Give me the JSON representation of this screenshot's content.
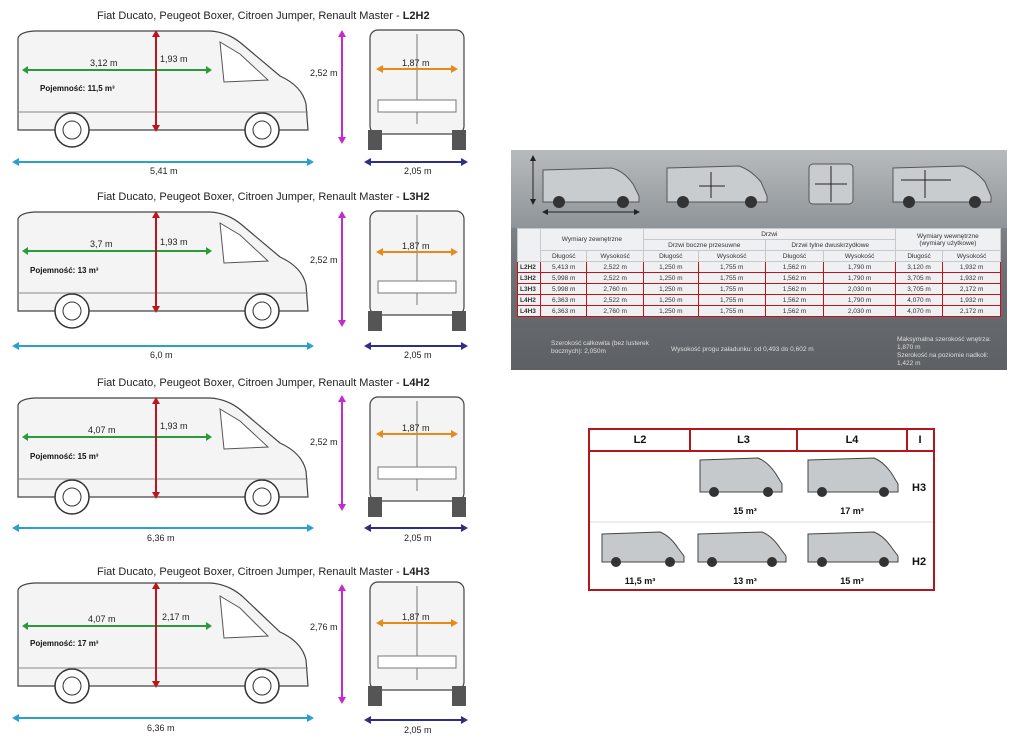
{
  "panels": [
    {
      "title_prefix": "Fiat Ducato, Peugeot Boxer, Citroen Jumper, Renault Master - ",
      "title_code": "L2H2",
      "cargo_length": "3,12 m",
      "cargo_height": "1,93 m",
      "volume": "Pojemność: 11,5 m³",
      "total_height": "2,52 m",
      "cargo_width": "1,87 m",
      "total_length": "5,41 m",
      "total_width": "2,05 m"
    },
    {
      "title_prefix": "Fiat Ducato, Peugeot Boxer, Citroen Jumper, Renault Master - ",
      "title_code": "L3H2",
      "cargo_length": "3,7 m",
      "cargo_height": "1,93 m",
      "volume": "Pojemność: 13 m³",
      "total_height": "2,52 m",
      "cargo_width": "1,87 m",
      "total_length": "6,0 m",
      "total_width": "2,05 m"
    },
    {
      "title_prefix": "Fiat Ducato, Peugeot Boxer, Citroen Jumper, Renault Master - ",
      "title_code": "L4H2",
      "cargo_length": "4,07 m",
      "cargo_height": "1,93 m",
      "volume": "Pojemność: 15 m³",
      "total_height": "2,52 m",
      "cargo_width": "1,87 m",
      "total_length": "6,36 m",
      "total_width": "2,05 m"
    },
    {
      "title_prefix": "Fiat Ducato, Peugeot Boxer, Citroen Jumper, Renault Master - ",
      "title_code": "L4H3",
      "cargo_length": "4,07 m",
      "cargo_height": "2,17 m",
      "volume": "Pojemność: 17 m³",
      "total_height": "2,76 m",
      "cargo_width": "1,87 m",
      "total_length": "6,36 m",
      "total_width": "2,05 m"
    }
  ],
  "spec_table": {
    "group_external": "Wymiary zewnętrzne",
    "group_doors": "Drzwi",
    "group_internal": "Wymiary wewnętrzne",
    "group_internal_sub": "(wymiary użytkowe)",
    "sub_side": "Drzwi boczne przesuwne",
    "sub_rear": "Drzwi tylne dwuskrzydłowe",
    "col_length": "Długość",
    "col_height": "Wysokość",
    "rows": [
      {
        "name": "L2H2",
        "ext_l": "5,413 m",
        "ext_h": "2,522 m",
        "side_l": "1,250 m",
        "side_h": "1,755 m",
        "rear_l": "1,562 m",
        "rear_h": "1,790 m",
        "int_l": "3,120 m",
        "int_h": "1,932 m"
      },
      {
        "name": "L3H2",
        "ext_l": "5,998 m",
        "ext_h": "2,522 m",
        "side_l": "1,250 m",
        "side_h": "1,755 m",
        "rear_l": "1,562 m",
        "rear_h": "1,790 m",
        "int_l": "3,705 m",
        "int_h": "1,932 m"
      },
      {
        "name": "L3H3",
        "ext_l": "5,998 m",
        "ext_h": "2,760 m",
        "side_l": "1,250 m",
        "side_h": "1,755 m",
        "rear_l": "1,562 m",
        "rear_h": "2,030 m",
        "int_l": "3,705 m",
        "int_h": "2,172 m"
      },
      {
        "name": "L4H2",
        "ext_l": "6,363 m",
        "ext_h": "2,522 m",
        "side_l": "1,250 m",
        "side_h": "1,755 m",
        "rear_l": "1,562 m",
        "rear_h": "1,790 m",
        "int_l": "4,070 m",
        "int_h": "1,932 m"
      },
      {
        "name": "L4H3",
        "ext_l": "6,363 m",
        "ext_h": "2,760 m",
        "side_l": "1,250 m",
        "side_h": "1,755 m",
        "rear_l": "1,562 m",
        "rear_h": "2,030 m",
        "int_l": "4,070 m",
        "int_h": "2,172 m"
      }
    ],
    "note_width_1": "Szerokość całkowita (bez lusterek",
    "note_width_2": "bocznych): 2,050m",
    "note_sill": "Wysokość progu załadunku: od 0,493 do 0,602 m",
    "note_max_1": "Maksymalna szerokość wnętrza:",
    "note_max_2": "1,870 m",
    "note_max_3": "Szerokość na poziomie nadkoli:",
    "note_max_4": "1,422 m"
  },
  "grid": {
    "col_l2": "L2",
    "col_l3": "L3",
    "col_l4": "L4",
    "col_i": "I",
    "row_h3": "H3",
    "row_h2": "H2",
    "cap_l3h3": "15 m³",
    "cap_l4h3": "17 m³",
    "cap_l2h2": "11,5 m³",
    "cap_l3h2": "13 m³",
    "cap_l4h2": "15 m³"
  },
  "colors": {
    "length_arrow": "#2aa0cc",
    "height_arrow": "#c32ad0",
    "width_arrow": "#2b2f8a",
    "cargo_length": "#2a9a3a",
    "cargo_height": "#c0141c",
    "cargo_width": "#e88a1a",
    "frame": "#b01820"
  }
}
